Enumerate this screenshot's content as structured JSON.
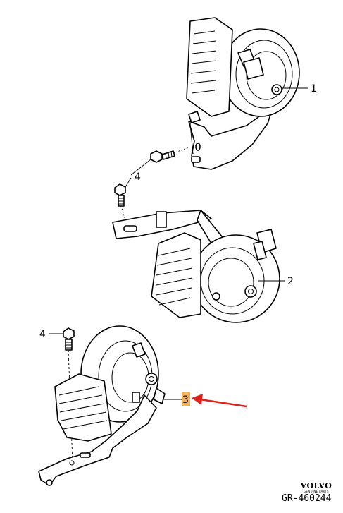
{
  "diagram": {
    "callouts": [
      {
        "id": "callout-1",
        "label": "1"
      },
      {
        "id": "callout-4a",
        "label": "4"
      },
      {
        "id": "callout-2",
        "label": "2"
      },
      {
        "id": "callout-4b",
        "label": "4"
      },
      {
        "id": "callout-3",
        "label": "3"
      }
    ],
    "highlight_color": "#f2b25c",
    "arrow_color": "#e0201b"
  },
  "footer": {
    "brand_logo": "VOLVO",
    "brand_sub": "GENUINE PARTS",
    "drawing_ref": "GR-460244"
  }
}
